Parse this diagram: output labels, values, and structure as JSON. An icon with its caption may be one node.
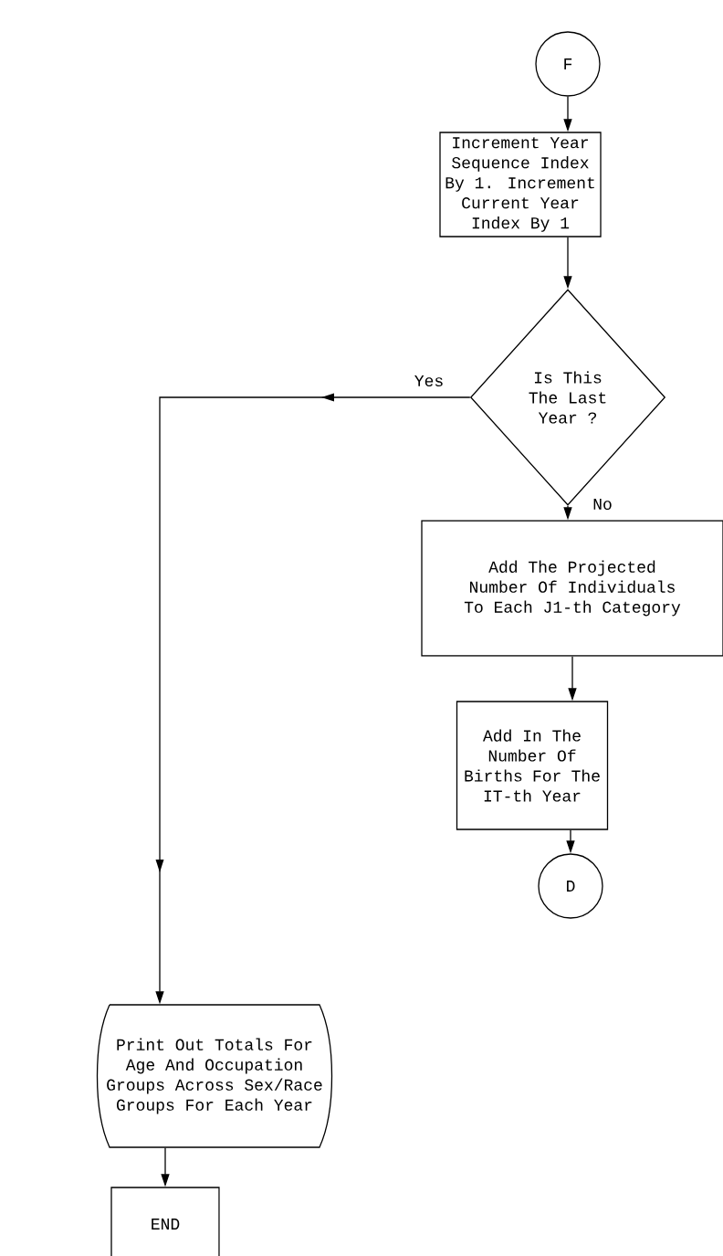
{
  "diagram": {
    "nodes": [
      {
        "text": [
          "F"
        ]
      },
      {
        "text": [
          "Increment Year Sequence Index By 1. Increment Current Year Index By 1"
        ]
      },
      {
        "text": [
          "Is This The Last Year ?"
        ]
      },
      {
        "text": [
          "Add The Projected Number Of Individuals To Each J1-th Category"
        ]
      },
      {
        "text": [
          "Add In The Number Of Births For The IT-th Year"
        ]
      },
      {
        "text": [
          "D"
        ]
      },
      {
        "text": [
          "Print Out Totals For Age And Occupation Groups Across Sex/Race Groups For Each Year"
        ]
      },
      {
        "text": [
          "END"
        ]
      }
    ],
    "edges": [
      {
        "from": 0,
        "to": 1,
        "arrow": "to"
      },
      {
        "from": 1,
        "to": 2,
        "arrow": "to"
      },
      {
        "from": 2,
        "to": 6,
        "arrow": "to",
        "label": "Yes"
      },
      {
        "from": 2,
        "to": 3,
        "arrow": "to",
        "label": "No"
      },
      {
        "from": 3,
        "to": 4,
        "arrow": "to"
      },
      {
        "from": 4,
        "to": 5,
        "arrow": "to"
      },
      {
        "from": 6,
        "to": 7,
        "arrow": "to"
      }
    ]
  }
}
